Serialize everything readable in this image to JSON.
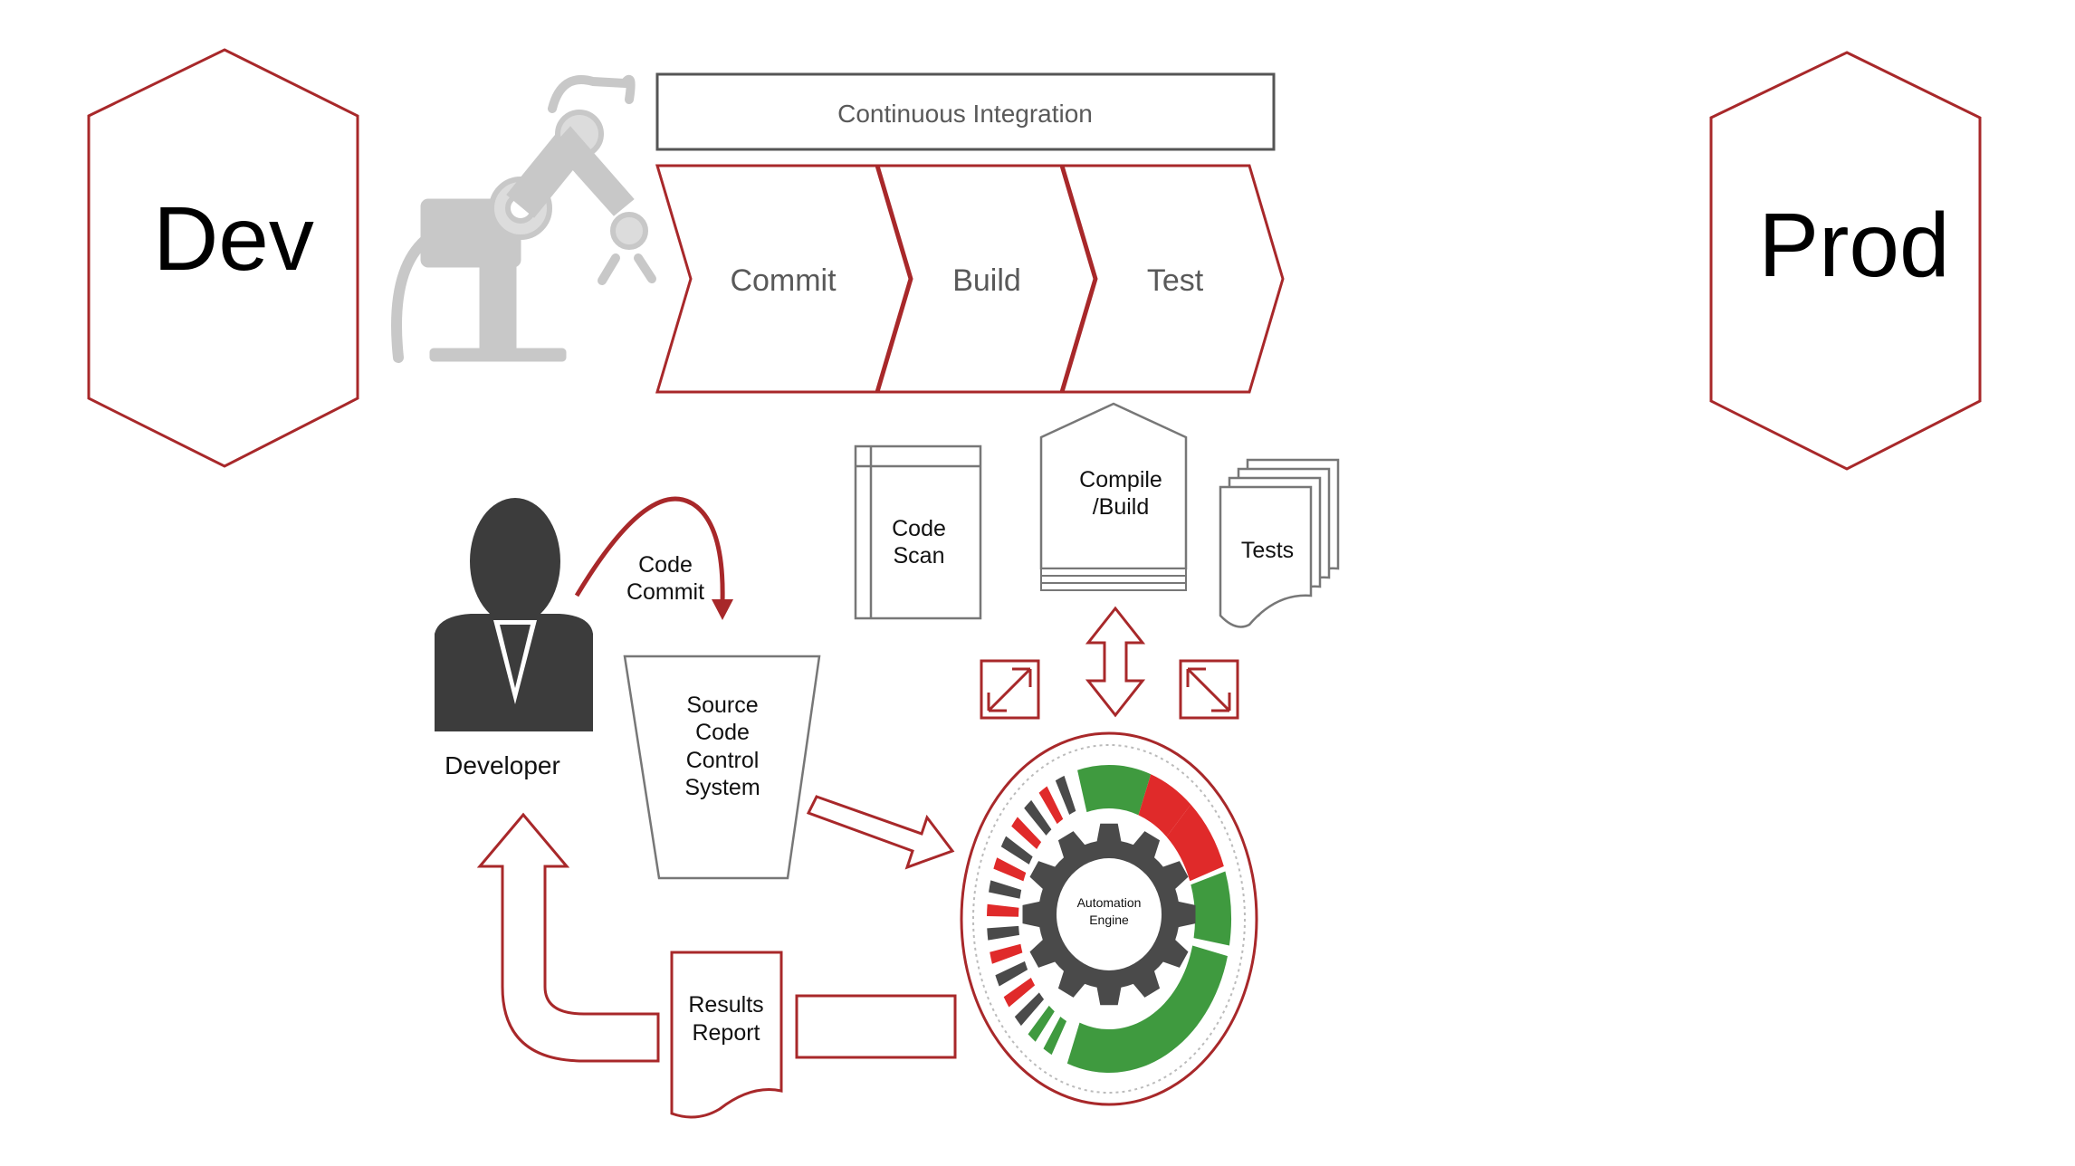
{
  "colors": {
    "outline_red": "#a8282a",
    "pipeline_text": "#595959",
    "robot_grey": "#c8c8c8",
    "silhouette": "#3c3c3c",
    "engine_green": "#3f9a3f",
    "engine_red": "#e02a2a",
    "engine_dark": "#4a4a4a"
  },
  "stages": {
    "dev": "Dev",
    "prod": "Prod"
  },
  "ci": {
    "title": "Continuous Integration",
    "steps": [
      "Commit",
      "Build",
      "Test"
    ]
  },
  "artifacts": {
    "code_scan": [
      "Code",
      "Scan"
    ],
    "compile_build": [
      "Compile",
      "/Build"
    ],
    "tests": "Tests"
  },
  "developer": {
    "label": "Developer",
    "commit_arrow_label": [
      "Code",
      "Commit"
    ]
  },
  "scm": {
    "label": [
      "Source",
      "Code",
      "Control",
      "System"
    ]
  },
  "engine": {
    "label": [
      "Automation",
      "Engine"
    ]
  },
  "results": {
    "label": [
      "Results",
      "Report"
    ]
  },
  "icons": {
    "robot": "robot-arm-icon",
    "developer": "person-silhouette-icon",
    "engine": "gear-icon"
  }
}
